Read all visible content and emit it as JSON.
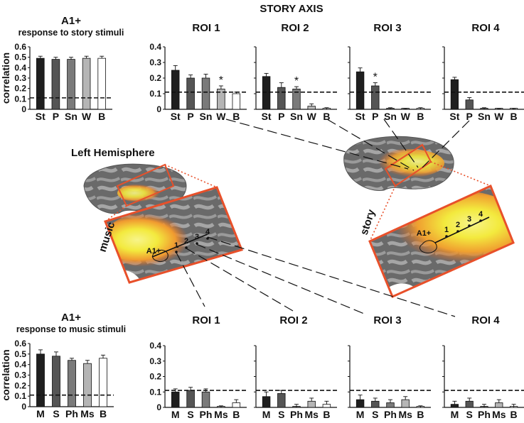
{
  "figure": {
    "top_title": "STORY AXIS",
    "hemisphere_label": "Left Hemisphere",
    "music_label": "music",
    "story_label": "story",
    "a1_label": "A1+",
    "roi_numbers": [
      "1",
      "2",
      "3",
      "4"
    ],
    "colors": {
      "orange": "#e8502a",
      "yellow": "#f3ea3e",
      "brain_dark": "#5c5c5c",
      "brain_light": "#9a9a9a",
      "bar_dark": "#1f1f1f",
      "bar_mid": "#555555",
      "bar_gray": "#7a7a7a",
      "bar_light": "#b5b5b5",
      "bar_white": "#ffffff"
    }
  },
  "chart_data": [
    {
      "type": "bar",
      "id": "a1-story",
      "title": "A1+",
      "subtitle": "response to story stimuli",
      "ylabel": "correlation",
      "ylim": [
        0,
        0.6
      ],
      "yticks": [
        "0",
        "0.1",
        "0.2",
        "0.3",
        "0.4",
        "0.5",
        "0.6"
      ],
      "categories": [
        "St",
        "P",
        "Sn",
        "W",
        "B"
      ],
      "values": [
        0.49,
        0.48,
        0.48,
        0.49,
        0.49
      ],
      "errors": [
        0.02,
        0.02,
        0.02,
        0.02,
        0.02
      ],
      "significant": [
        false,
        false,
        false,
        false,
        false
      ],
      "threshold": 0.11
    },
    {
      "type": "bar",
      "id": "story-roi1",
      "title": "ROI 1",
      "ylim": [
        0,
        0.4
      ],
      "yticks": [
        "0",
        "0.1",
        "0.2",
        "0.3",
        "0.4"
      ],
      "categories": [
        "St",
        "P",
        "Sn",
        "W",
        "B"
      ],
      "values": [
        0.25,
        0.2,
        0.2,
        0.13,
        0.1
      ],
      "errors": [
        0.03,
        0.02,
        0.025,
        0.02,
        0.01
      ],
      "significant": [
        false,
        false,
        false,
        true,
        false
      ],
      "threshold": 0.11
    },
    {
      "type": "bar",
      "id": "story-roi2",
      "title": "ROI 2",
      "ylim": [
        0,
        0.4
      ],
      "categories": [
        "St",
        "P",
        "Sn",
        "W",
        "B"
      ],
      "values": [
        0.21,
        0.14,
        0.13,
        0.02,
        0.0
      ],
      "errors": [
        0.02,
        0.03,
        0.015,
        0.015,
        0.01
      ],
      "significant": [
        false,
        false,
        true,
        false,
        false
      ],
      "threshold": 0.11
    },
    {
      "type": "bar",
      "id": "story-roi3",
      "title": "ROI 3",
      "ylim": [
        0,
        0.4
      ],
      "categories": [
        "St",
        "P",
        "Sn",
        "W",
        "B"
      ],
      "values": [
        0.24,
        0.15,
        0.0,
        0.0,
        0.0
      ],
      "errors": [
        0.025,
        0.02,
        0.01,
        0.005,
        0.01
      ],
      "significant": [
        false,
        true,
        false,
        false,
        false
      ],
      "threshold": 0.11
    },
    {
      "type": "bar",
      "id": "story-roi4",
      "title": "ROI 4",
      "ylim": [
        0,
        0.4
      ],
      "categories": [
        "St",
        "P",
        "Sn",
        "W",
        "B"
      ],
      "values": [
        0.19,
        0.06,
        0.0,
        0.0,
        0.0
      ],
      "errors": [
        0.015,
        0.015,
        0.01,
        0.005,
        0.005
      ],
      "significant": [
        false,
        false,
        false,
        false,
        false
      ],
      "threshold": 0.11
    },
    {
      "type": "bar",
      "id": "a1-music",
      "title": "A1+",
      "subtitle": "response to music stimuli",
      "ylabel": "correlation",
      "ylim": [
        0,
        0.6
      ],
      "yticks": [
        "0",
        "0.1",
        "0.2",
        "0.3",
        "0.4",
        "0.5",
        "0.6"
      ],
      "categories": [
        "M",
        "S",
        "Ph",
        "Ms",
        "B"
      ],
      "values": [
        0.5,
        0.48,
        0.44,
        0.41,
        0.46
      ],
      "errors": [
        0.04,
        0.04,
        0.02,
        0.03,
        0.03
      ],
      "significant": [
        false,
        false,
        false,
        false,
        false
      ],
      "threshold": 0.11
    },
    {
      "type": "bar",
      "id": "music-roi1",
      "title": "ROI 1",
      "ylim": [
        0,
        0.4
      ],
      "yticks": [
        "0",
        "0.1",
        "0.2",
        "0.3",
        "0.4"
      ],
      "categories": [
        "M",
        "S",
        "Ph",
        "Ms",
        "B"
      ],
      "values": [
        0.1,
        0.11,
        0.1,
        0.0,
        0.03
      ],
      "errors": [
        0.02,
        0.02,
        0.02,
        0.01,
        0.02
      ],
      "significant": [
        false,
        false,
        false,
        false,
        false
      ],
      "threshold": 0.11
    },
    {
      "type": "bar",
      "id": "music-roi2",
      "title": "ROI 2",
      "ylim": [
        0,
        0.4
      ],
      "categories": [
        "M",
        "S",
        "Ph",
        "Ms",
        "B"
      ],
      "values": [
        0.07,
        0.09,
        0.0,
        0.04,
        0.02
      ],
      "errors": [
        0.03,
        0.02,
        0.02,
        0.02,
        0.02
      ],
      "significant": [
        false,
        false,
        false,
        false,
        false
      ],
      "threshold": 0.11
    },
    {
      "type": "bar",
      "id": "music-roi3",
      "title": "ROI 3",
      "ylim": [
        0,
        0.4
      ],
      "categories": [
        "M",
        "S",
        "Ph",
        "Ms",
        "B"
      ],
      "values": [
        0.05,
        0.04,
        0.03,
        0.05,
        0.0
      ],
      "errors": [
        0.03,
        0.02,
        0.02,
        0.02,
        0.01
      ],
      "significant": [
        false,
        false,
        false,
        false,
        false
      ],
      "threshold": 0.11
    },
    {
      "type": "bar",
      "id": "music-roi4",
      "title": "ROI 4",
      "ylim": [
        0,
        0.4
      ],
      "categories": [
        "M",
        "S",
        "Ph",
        "Ms",
        "B"
      ],
      "values": [
        0.02,
        0.04,
        0.0,
        0.03,
        0.0
      ],
      "errors": [
        0.02,
        0.02,
        0.02,
        0.02,
        0.02
      ],
      "significant": [
        false,
        false,
        false,
        false,
        false
      ],
      "threshold": 0.11
    }
  ]
}
